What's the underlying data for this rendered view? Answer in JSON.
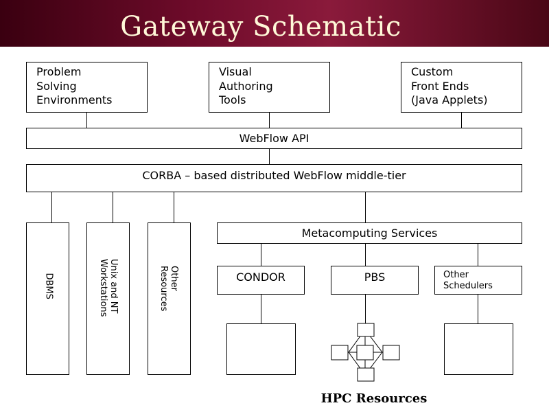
{
  "title": "Gateway Schematic",
  "footer": "HPC Resources",
  "top_boxes": {
    "pse": "Problem\nSolving\nEnvironments",
    "visual": "Visual\nAuthoring\nTools",
    "custom": "Custom\nFront Ends\n(Java Applets)"
  },
  "webflow_api": "WebFlow API",
  "corba": "CORBA – based distributed WebFlow middle-tier",
  "metacomputing": "Metacomputing Services",
  "schedulers": {
    "condor": "CONDOR",
    "pbs": "PBS",
    "other": "Other\nSchedulers"
  },
  "resources": {
    "dbms": "DBMS",
    "unix": "Unix and NT\nWorkstations",
    "other": "Other\nResources"
  },
  "colors": {
    "header_dark": "#3a0010",
    "header_mid": "#8a1a3b",
    "title_text": "#fff8d8"
  }
}
